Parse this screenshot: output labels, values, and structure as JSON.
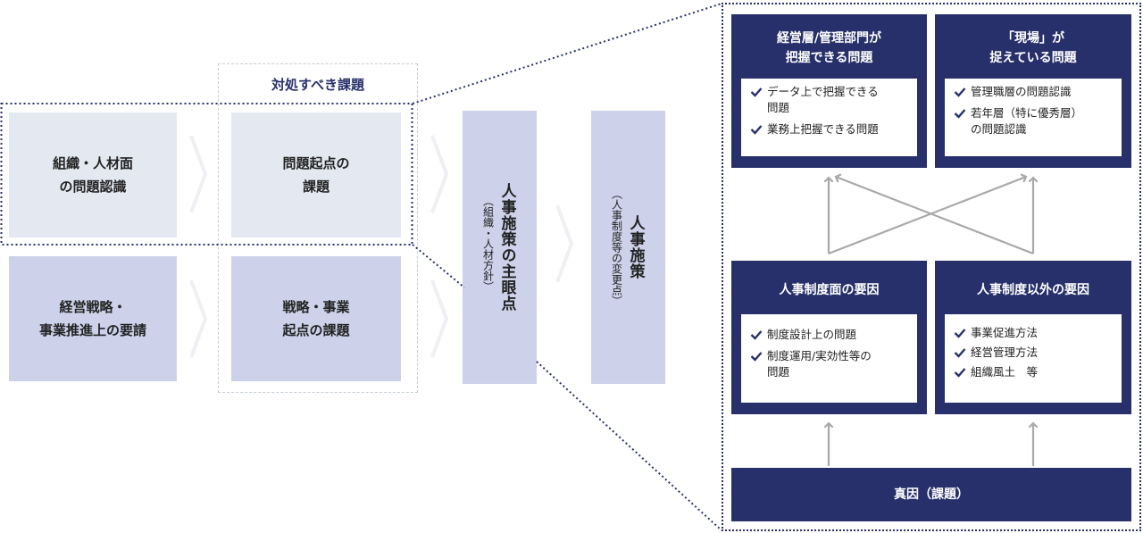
{
  "left_flow": {
    "header": "対処すべき課題",
    "row1": {
      "origin": "組織・人材面\nの問題認識",
      "issue": "問題起点の\n課題"
    },
    "row2": {
      "origin": "経営戦略・\n事業推進上の要請",
      "issue": "戦略・事業\n起点の課題"
    },
    "focus": {
      "title": "人事施策の主眼点",
      "subtitle": "（組織・人材方針）"
    },
    "measures": {
      "title": "人事施策",
      "subtitle": "（人事制度等の変更点）"
    }
  },
  "detail": {
    "top_left": {
      "title": "経営層/管理部門が\n把握できる問題",
      "items": [
        "データ上で把握できる\n問題",
        "業務上把握できる問題"
      ]
    },
    "top_right": {
      "title": "「現場」が\n捉えている問題",
      "items": [
        "管理職層の問題認識",
        "若年層（特に優秀層）\nの問題認識"
      ]
    },
    "mid_left": {
      "title": "人事制度面の要因",
      "items": [
        "制度設計上の問題",
        "制度運用/実効性等の\n問題"
      ]
    },
    "mid_right": {
      "title": "人事制度以外の要因",
      "items": [
        "事業促進方法",
        "経営管理方法",
        "組織風土　等"
      ]
    },
    "root": {
      "title": "真因（課題）"
    }
  },
  "colors": {
    "navy": "#27306a",
    "lavender": "#cdd2ea",
    "light_gray": "#e4e9f1",
    "arrow_gray": "#a9a9a9",
    "check": "#27306a"
  },
  "icons": {
    "check": "check-icon",
    "chevron": "chevron-right-icon",
    "arrow": "arrow-up-icon"
  }
}
